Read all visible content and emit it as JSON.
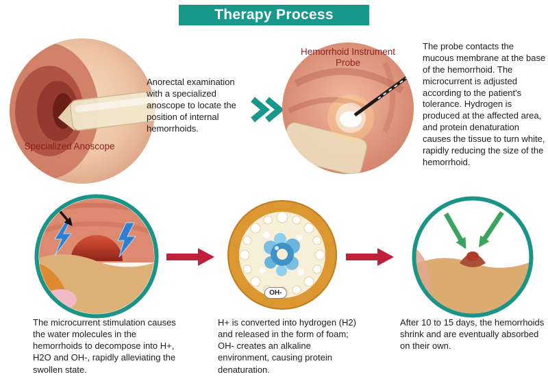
{
  "header": {
    "title": "Therapy Process"
  },
  "colors": {
    "header_bg": "#17988a",
    "teal_accent": "#17988a",
    "teal_ring": "#1a9486",
    "arrow_red": "#c1203c",
    "label_red": "#8b1f1f",
    "foam_ring_orange": "#dc9730",
    "lightning_blue": "#2f7fd0",
    "green_arrow": "#3aa35f"
  },
  "step1": {
    "image_label": "Specialized Anoscope",
    "text": "Anorectal examination with a specialized anoscope to locate the position of internal hemorrhoids."
  },
  "step2": {
    "image_label": "Hemorrhoid Instrument Probe",
    "text": "The probe contacts the mucous membrane at the base of the hemorrhoid. The microcurrent is adjusted according to the patient's tolerance. Hydrogen is produced at the affected area, and protein denaturation causes the tissue to turn white, rapidly reducing the size of the hemorrhoid."
  },
  "step3": {
    "caption": "The microcurrent stimulation causes the water molecules in the hemorrhoids to decompose into H+, H2O and OH-, rapidly alleviating the swollen state."
  },
  "step4": {
    "caption": "H+ is converted into hydrogen (H2) and released in the form of foam; OH- creates an alkaline environment, causing protein denaturation.",
    "bubble_label": "OH-"
  },
  "step5": {
    "caption": "After 10 to 15 days, the hemorrhoids shrink and are eventually absorbed on their own."
  }
}
